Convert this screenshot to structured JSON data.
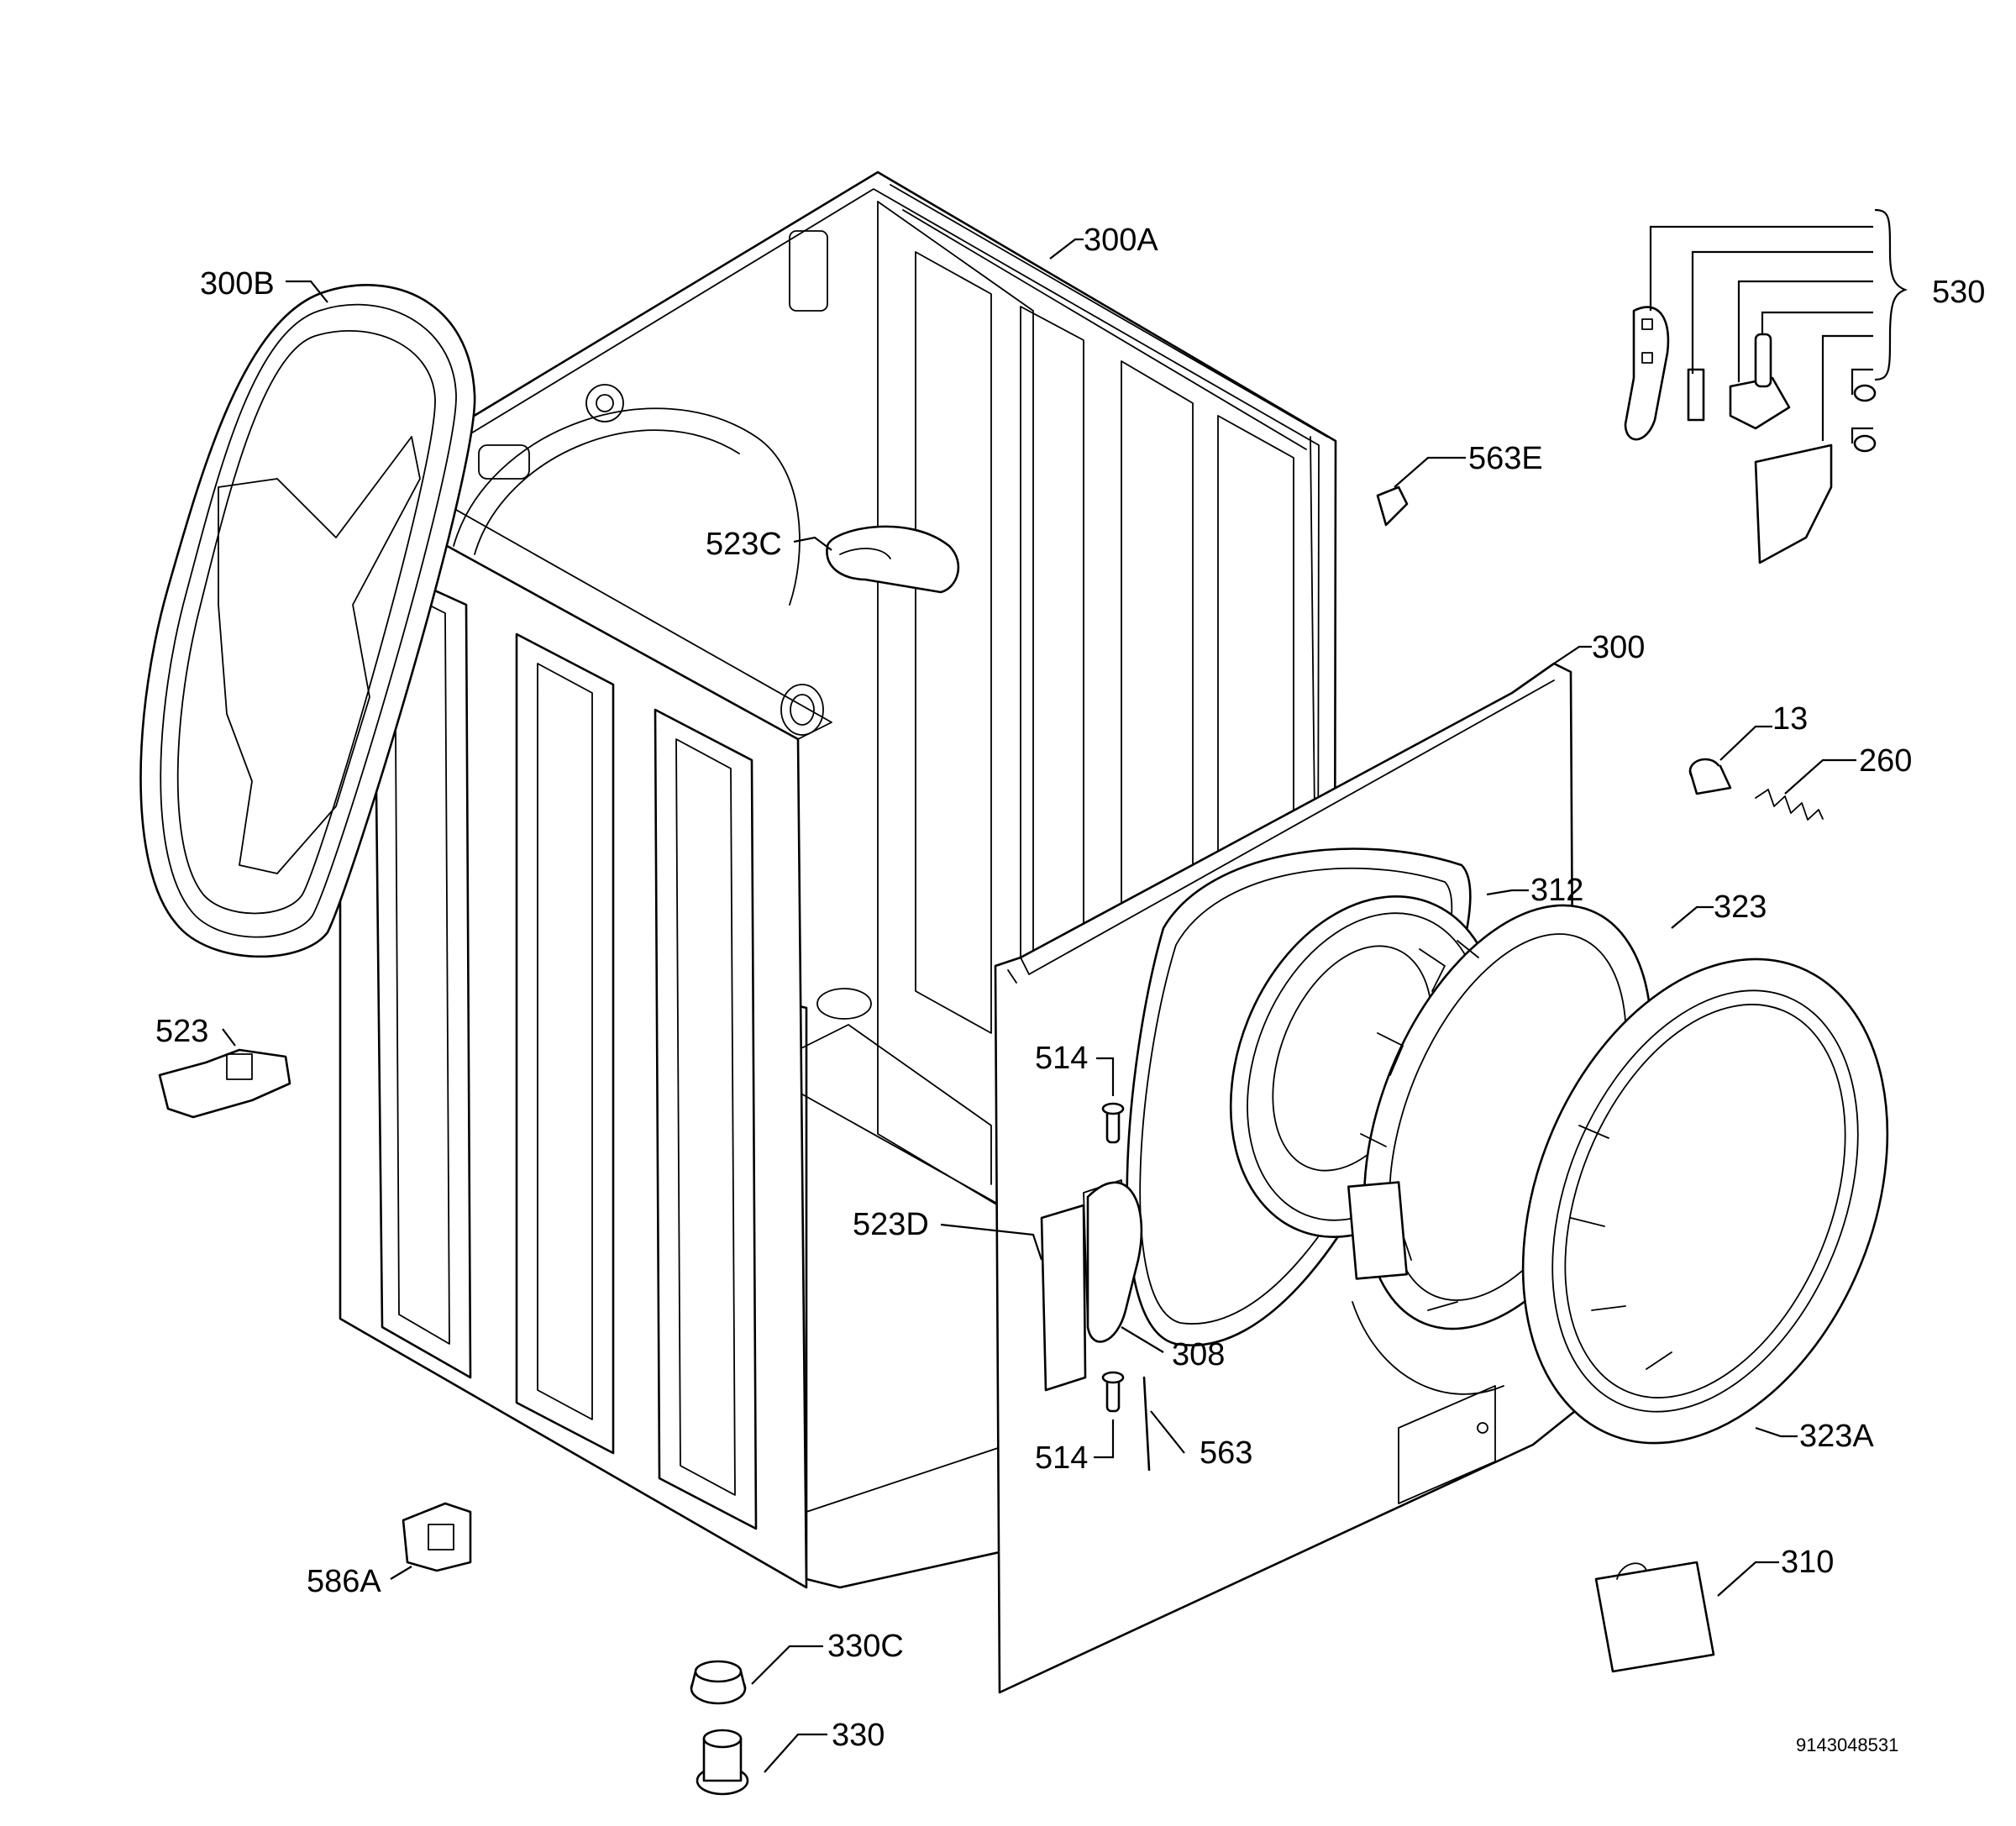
{
  "labels": {
    "p300A": "300A",
    "p300B": "300B",
    "p530": "530",
    "p563E": "563E",
    "p523C": "523C",
    "p300": "300",
    "p13": "13",
    "p260": "260",
    "p312": "312",
    "p323": "323",
    "p523": "523",
    "p514_top": "514",
    "p523D": "523D",
    "p308": "308",
    "p514_bottom": "514",
    "p563": "563",
    "p323A": "323A",
    "p586A": "586A",
    "p310": "310",
    "p330C": "330C",
    "p330": "330"
  },
  "document_number": "9143048531",
  "colors": {
    "line": "#000000",
    "background": "#ffffff"
  }
}
